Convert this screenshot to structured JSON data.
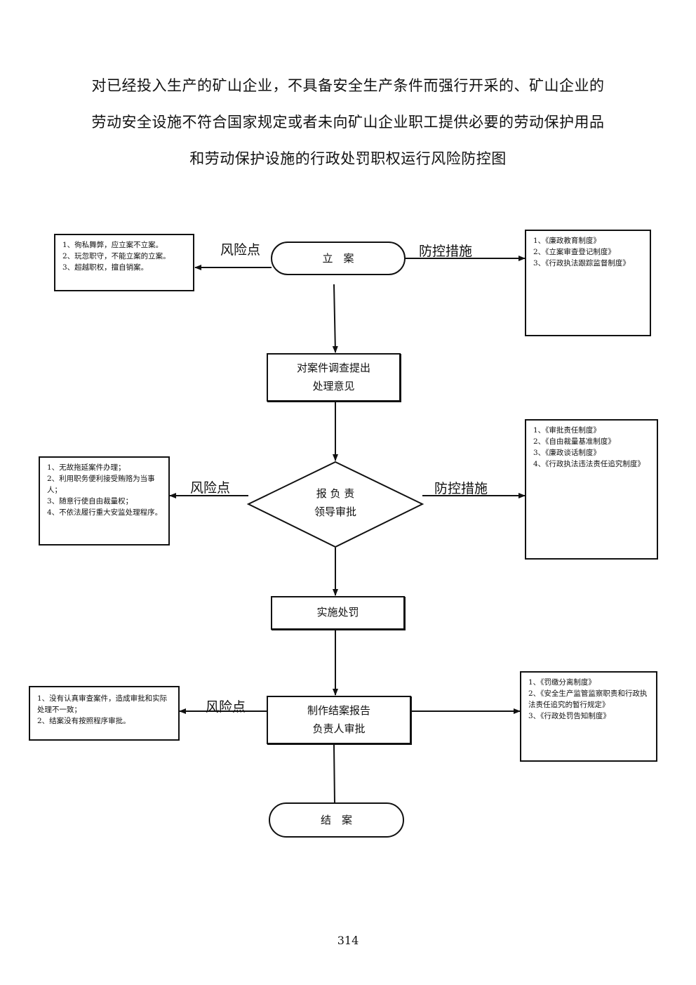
{
  "title": {
    "line1": "对已经投入生产的矿山企业，不具备安全生产条件而强行开采的、矿山企业的",
    "line2": "劳动安全设施不符合国家规定或者未向矿山企业职工提供必要的劳动保护用品",
    "line3": "和劳动保护设施的行政处罚职权运行风险防控图"
  },
  "nodes": {
    "start": "立　案",
    "investigate_l1": "对案件调查提出",
    "investigate_l2": "处理意见",
    "approve_l1": "报 负 责",
    "approve_l2": "领导审批",
    "execute": "实施处罚",
    "report_l1": "制作结案报告",
    "report_l2": "负责人审批",
    "end": "结　案"
  },
  "labels": {
    "risk_point": "风险点",
    "control_measures": "防控措施"
  },
  "risks": {
    "r1": [
      "1、徇私舞弊，应立案不立案。",
      "2、玩忽职守，不能立案的立案。",
      "3、超越职权，擅自销案。"
    ],
    "r2": [
      "1、无故拖延案件办理；",
      "2、利用职务便利接受贿赂为当事人；",
      "3、随意行使自由裁量权；",
      "4、不依法履行重大安监处理程序。"
    ],
    "r3": [
      "1、没有认真审查案件，造成审批和实际处理不一致；",
      "2、结案没有按照程序审批。"
    ]
  },
  "measures": {
    "m1": [
      "1、《廉政教育制度》",
      "2、《立案审查登记制度》",
      "3、《行政执法跟踪监督制度》"
    ],
    "m2": [
      "1、《审批责任制度》",
      "2、《自由裁量基准制度》",
      "3、《廉政谈话制度》",
      "4、《行政执法违法责任追究制度》"
    ],
    "m3": [
      "1、《罚缴分离制度》",
      "2、《安全生产监管监察职责和行政执法责任追究的暂行规定》",
      "3、《行政处罚告知制度》"
    ]
  },
  "page_number": "314"
}
